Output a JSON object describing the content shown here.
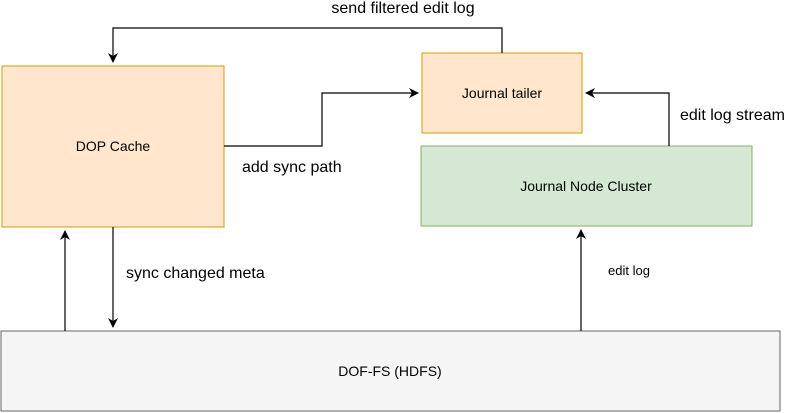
{
  "nodes": {
    "dop_cache": {
      "label": "DOP Cache",
      "fill": "#ffe6cc",
      "stroke": "#d79b00"
    },
    "journal_tailer": {
      "label": "Journal tailer",
      "fill": "#ffe6cc",
      "stroke": "#d79b00"
    },
    "journal_node_cluster": {
      "label": "Journal Node Cluster",
      "fill": "#d5e8d4",
      "stroke": "#82b366"
    },
    "dof_fs": {
      "label": "DOF-FS (HDFS)",
      "fill": "#f5f5f5",
      "stroke": "#666666"
    }
  },
  "edges": {
    "send_filtered_edit_log": "send filtered edit log",
    "add_sync_path": "add sync path",
    "edit_log_stream": "edit log stream",
    "sync_changed_meta": "sync changed meta",
    "edit_log": "edit log"
  }
}
